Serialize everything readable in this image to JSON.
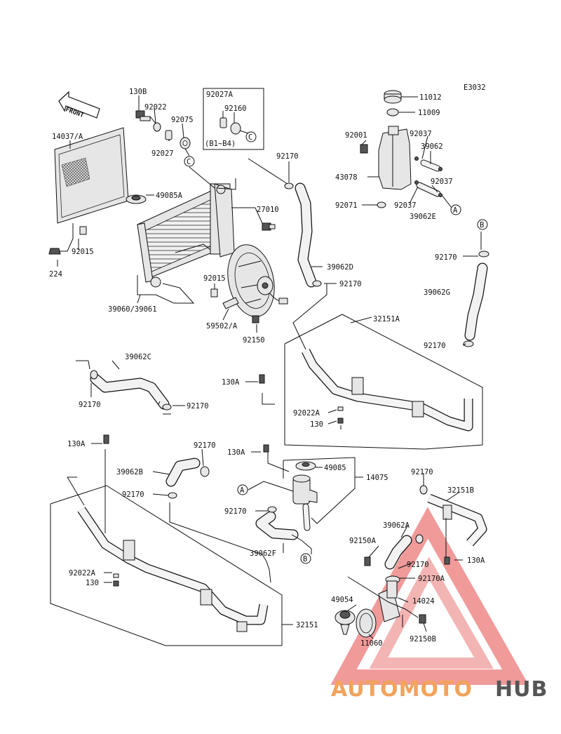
{
  "diagram_code": "E3032",
  "front_label": "FRONT",
  "labels": {
    "l11012": "11012",
    "l11009": "11009",
    "l92001": "92001",
    "l92037a": "92037",
    "l39062": "39062",
    "l43078": "43078",
    "l92037b": "92037",
    "l92071": "92071",
    "l92037c": "92037",
    "l39062e": "39062E",
    "l130b": "130B",
    "l92022": "92022",
    "l92075": "92075",
    "l92027": "92027",
    "l92027a": "92027A",
    "l92160": "92160",
    "l b1b4": "(B1~B4)",
    "l14037a": "14037/A",
    "l49085a": "49085A",
    "l27010": "27010",
    "l92015a": "92015",
    "l224": "224",
    "l39060": "39060/39061",
    "l92015b": "92015",
    "l59502a": "59502/A",
    "l92150": "92150",
    "l92170a": "92170",
    "l39062d": "39062D",
    "l92170b": "92170",
    "l92170c": "92170",
    "l39062g": "39062G",
    "l32151a": "32151A",
    "l92170d": "92170",
    "l39062c": "39062C",
    "l92170e": "92170",
    "l92170f": "92170",
    "l130a1": "130A",
    "l92022a1": "92022A",
    "l130_1": "130",
    "l130a2": "130A",
    "l92170g": "92170",
    "l130a3": "130A",
    "l49085": "49085",
    "l14075": "14075",
    "l39062b": "39062B",
    "l92170h": "92170",
    "l92170i": "92170",
    "l39062f": "39062F",
    "l92170j": "92170",
    "l32151b": "32151B",
    "l39062a": "39062A",
    "l92150a": "92150A",
    "l130a4": "130A",
    "l92170k": "92170",
    "l92170a2": "92170A",
    "l92022a2": "92022A",
    "l130_2": "130",
    "l49054": "49054",
    "l14024": "14024",
    "l11060": "11060",
    "l92150b": "92150B",
    "l32151": "32151"
  },
  "callouts": {
    "a": "A",
    "b": "B",
    "c": "C"
  },
  "watermark": {
    "part1": "AUTOMOTO",
    "part2": "HUB",
    "color1": "#f2a35c",
    "color2": "#555555",
    "triangle_color": "#e05050"
  }
}
